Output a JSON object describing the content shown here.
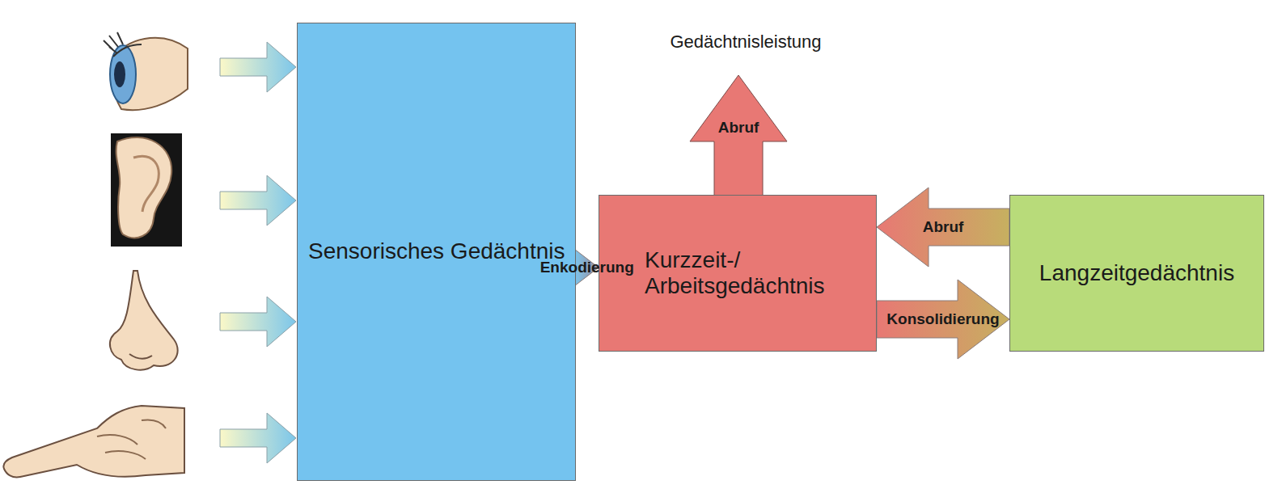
{
  "diagram": {
    "nodes": [
      {
        "text": [
          "Sensorisches Gedächtnis"
        ]
      },
      {
        "text": [
          "Kurzzeit-/ Arbeitsgedächtnis"
        ]
      },
      {
        "text": [
          "Langzeitgedächtnis"
        ]
      }
    ],
    "edges": [
      {
        "from": 0,
        "to": 1,
        "label": "Enkodierung",
        "arrow": "to"
      },
      {
        "from": 1,
        "to": 2,
        "label": "Konsolidierung",
        "arrow": "to"
      },
      {
        "from": 2,
        "to": 1,
        "label": "Abruf",
        "arrow": "to"
      }
    ],
    "labels": [
      "Gedächtnisleistung",
      "Abruf"
    ]
  }
}
